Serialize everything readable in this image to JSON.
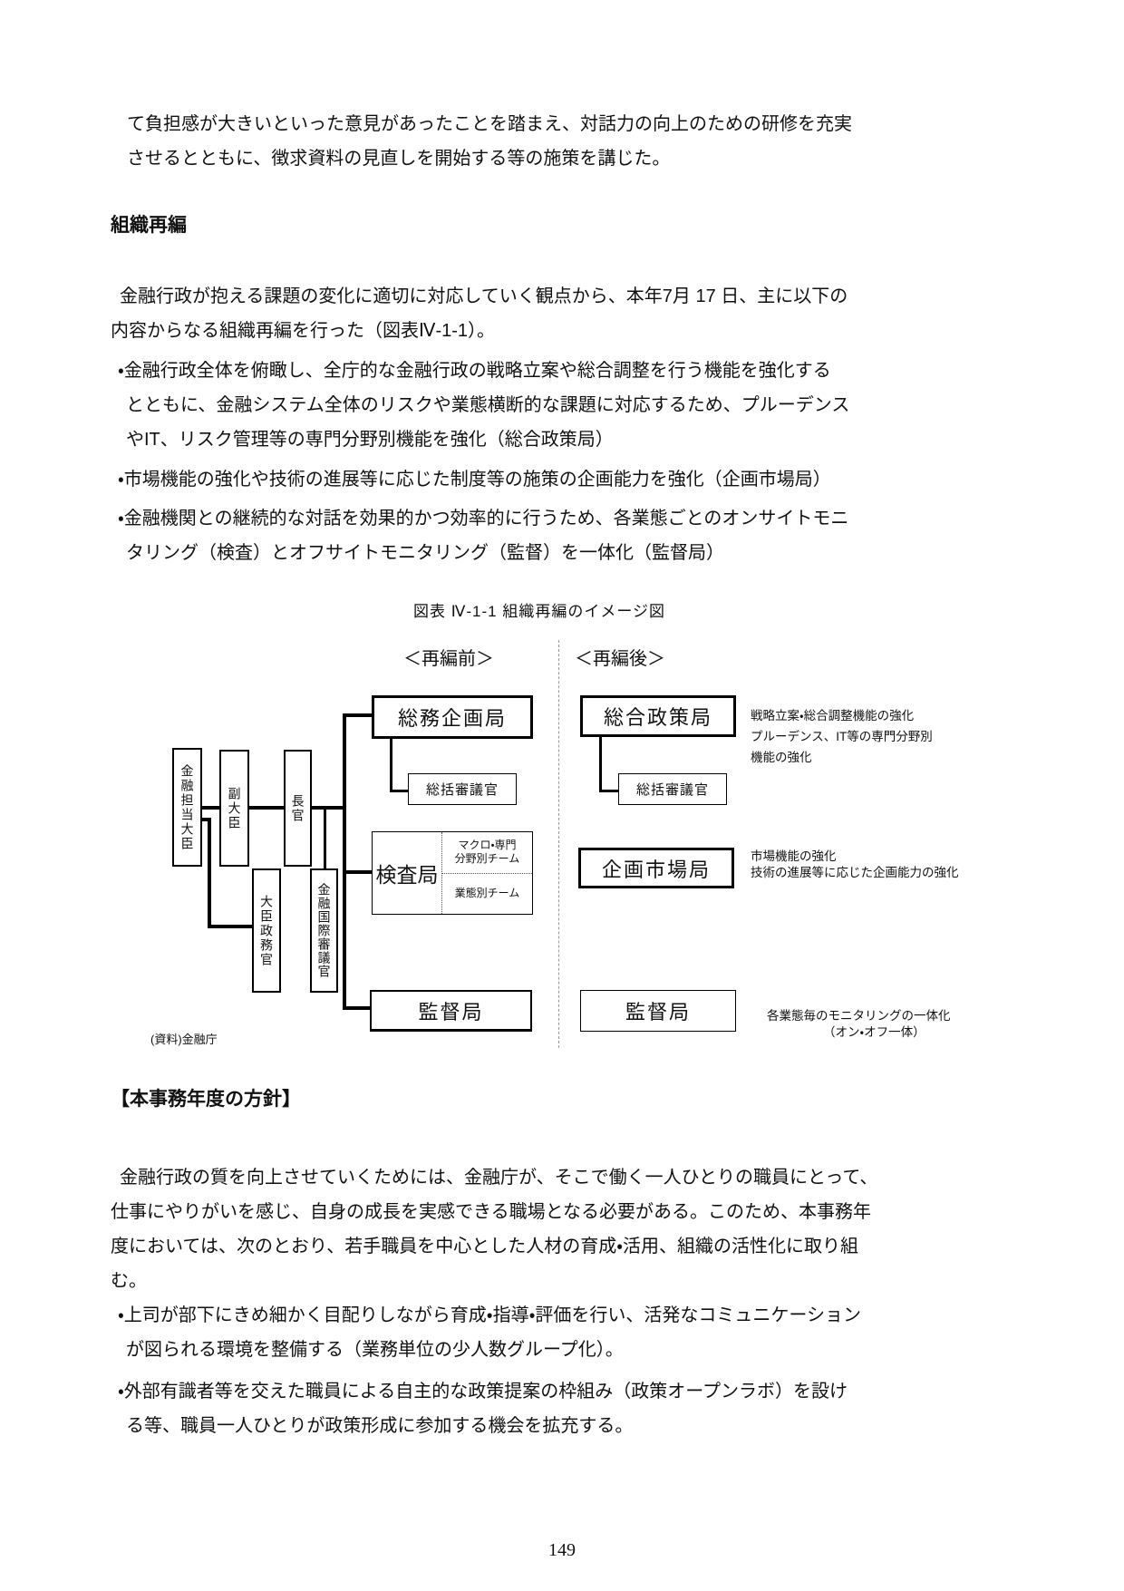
{
  "intro": {
    "line1": "て負担感が大きいといった意見があったことを踏まえ、対話力の向上のための研修を充実",
    "line2": "させるとともに、徴求資料の見直しを開始する等の施策を講じた。"
  },
  "sec1": {
    "heading": "組織再編",
    "para_line1": "金融行政が抱える課題の変化に適切に対応していく観点から、本年7月 17 日、主に以下の",
    "para_line2": "内容からなる組織再編を行った（図表Ⅳ-1-1）。",
    "bullet1": [
      "・金融行政全体を俯瞰し、全庁的な金融行政の戦略立案や総合調整を行う機能を強化する",
      "とともに、金融システム全体のリスクや業態横断的な課題に対応するため、プルーデンス",
      "やIT、リスク管理等の専門分野別機能を強化（総合政策局）"
    ],
    "bullet2": [
      "・市場機能の強化や技術の進展等に応じた制度等の施策の企画能力を強化（企画市場局）"
    ],
    "bullet3": [
      "・金融機関との継続的な対話を効果的かつ効率的に行うため、各業態ごとのオンサイトモニ",
      "タリング（検査）とオフサイトモニタリング（監督）を一体化（監督局）"
    ]
  },
  "figure": {
    "title": "図表 Ⅳ-1-1 組織再編のイメージ図",
    "before_label": "＜再編前＞",
    "after_label": "＜再編後＞",
    "boxes": {
      "minister": "金融担当大臣",
      "vice_minister": "副大臣",
      "commissioner": "長官",
      "parliamentary_vice_minister": "大臣政務官",
      "vice_minister_international": "金融国際審議官",
      "soumu_kikaku": "総務企画局",
      "soukatsu_before": "総括審議官",
      "kensa": "検査局",
      "kensa_team_macro": [
        "マクロ・専門",
        "分野別チーム"
      ],
      "kensa_team_sector": "業態別チーム",
      "kantoku_before": "監督局",
      "sougou_seisaku": "総合政策局",
      "soukatsu_after": "総括審議官",
      "kikaku_shijou": "企画市場局",
      "kantoku_after": "監督局"
    },
    "notes": {
      "sougou": [
        "戦略立案・総合調整機能の強化",
        "プルーデンス、IT等の専門分野別",
        "機能の強化"
      ],
      "kikaku": [
        "市場機能の強化",
        "技術の進展等に応じた企画能力の強化"
      ],
      "kantoku_line1": "各業態毎のモニタリングの一体化",
      "kantoku_line2": "（オン・オフ一体）"
    },
    "source": "(資料)金融庁"
  },
  "sec2": {
    "heading": "【本事務年度の方針】",
    "para": [
      "金融行政の質を向上させていくためには、金融庁が、そこで働く一人ひとりの職員にとって、",
      "仕事にやりがいを感じ、自身の成長を実感できる職場となる必要がある。このため、本事務年",
      "度においては、次のとおり、若手職員を中心とした人材の育成・活用、組織の活性化に取り組",
      "む。"
    ],
    "bullet1": [
      "・上司が部下にきめ細かく目配りしながら育成・指導・評価を行い、活発なコミュニケーション",
      "が図られる環境を整備する（業務単位の少人数グループ化）。"
    ],
    "bullet2": [
      "・外部有識者等を交えた職員による自主的な政策提案の枠組み（政策オープンラボ）を設け",
      "る等、職員一人ひとりが政策形成に参加する機会を拡充する。"
    ]
  },
  "page_number": "149"
}
